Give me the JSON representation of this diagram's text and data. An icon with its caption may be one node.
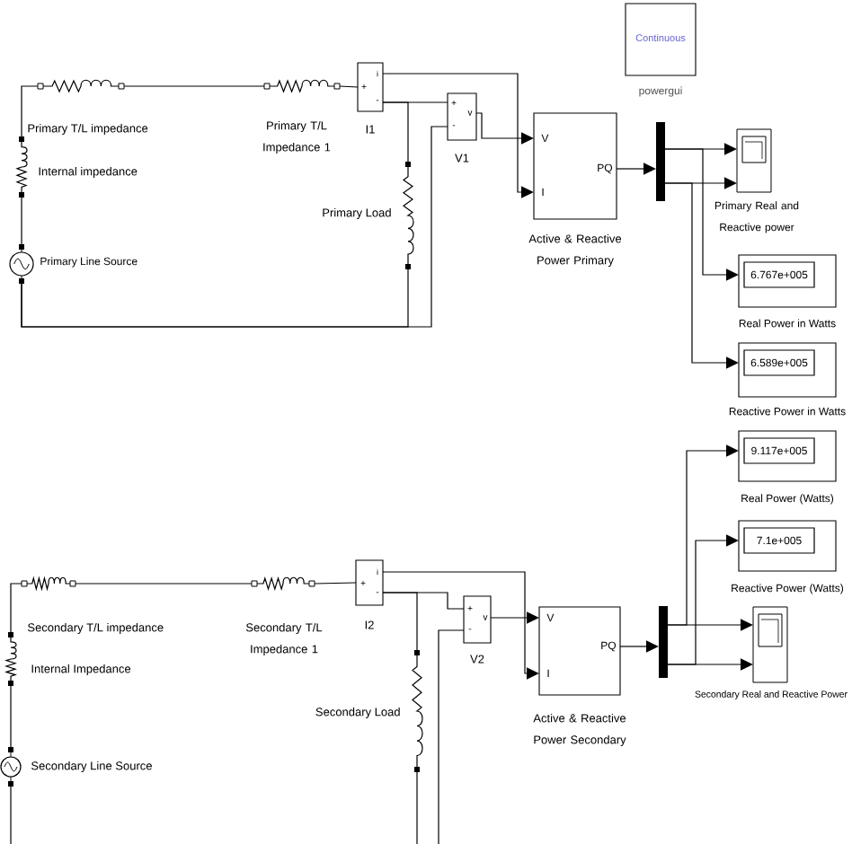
{
  "diagram": {
    "nodes": [
      {
        "text": [
          "Continuous"
        ],
        "beside": [
          "powergui"
        ]
      },
      {
        "text": [],
        "shape": "picture"
      },
      {
        "text": [],
        "shape": "picture",
        "beside": [
          "Internal impedance"
        ]
      },
      {
        "text": [],
        "shape": "picture",
        "beside": [
          "Primary Line Source"
        ]
      },
      {
        "text": [],
        "shape": "picture",
        "beside": [
          "Primary T/L Impedance 1"
        ]
      },
      {
        "text": [
          "+",
          "i",
          "-"
        ],
        "beside": [
          "I1"
        ]
      },
      {
        "text": [
          "+",
          "v",
          "-"
        ],
        "beside": [
          "V1"
        ]
      },
      {
        "text": [],
        "shape": "picture",
        "beside": [
          "Primary Load"
        ]
      },
      {
        "text": [
          "V",
          "PQ",
          "I"
        ],
        "beside": [
          "Active & Reactive Power Primary"
        ]
      },
      {
        "text": [],
        "shape": "bar"
      },
      {
        "text": [],
        "shape": "picture",
        "beside": [
          "Primary Real and Reactive power"
        ]
      },
      {
        "text": [
          "6.767e+005"
        ],
        "beside": [
          "Real Power in Watts"
        ]
      },
      {
        "text": [
          "6.589e+005"
        ],
        "beside": [
          "Reactive Power in Watts"
        ]
      },
      {
        "text": [],
        "shape": "picture"
      },
      {
        "text": [],
        "shape": "picture",
        "beside": [
          "Internal Impedance"
        ]
      },
      {
        "text": [],
        "shape": "picture",
        "beside": [
          "Secondary Line Source"
        ]
      },
      {
        "text": [],
        "shape": "picture",
        "beside": [
          "Secondary T/L Impedance 1"
        ]
      },
      {
        "text": [
          "+",
          "i",
          "-"
        ],
        "beside": [
          "I2"
        ]
      },
      {
        "text": [
          "+",
          "v",
          "-"
        ],
        "beside": [
          "V2"
        ]
      },
      {
        "text": [],
        "shape": "picture",
        "beside": [
          "Secondary Load"
        ]
      },
      {
        "text": [
          "V",
          "PQ",
          "I"
        ],
        "beside": [
          "Active & Reactive Power Secondary"
        ]
      },
      {
        "text": [],
        "shape": "bar"
      },
      {
        "text": [
          "9.117e+005"
        ],
        "beside": [
          "Real Power (Watts)"
        ]
      },
      {
        "text": [
          "7.1e+005"
        ],
        "beside": [
          "Reactive Power (Watts)"
        ]
      },
      {
        "text": [],
        "shape": "picture",
        "beside": [
          "Secondary Real and Reactive Power"
        ]
      }
    ],
    "edges": [
      {
        "from": 3,
        "to": 2,
        "arrow": "none"
      },
      {
        "from": 2,
        "to": 1,
        "arrow": "none"
      },
      {
        "from": 1,
        "to": 4,
        "arrow": "none"
      },
      {
        "from": 4,
        "to": 5,
        "arrow": "none"
      },
      {
        "from": 5,
        "to": 6,
        "arrow": "none"
      },
      {
        "from": 5,
        "to": 7,
        "arrow": "none"
      },
      {
        "from": 7,
        "to": 3,
        "arrow": "none"
      },
      {
        "from": 6,
        "to": 3,
        "arrow": "none"
      },
      {
        "from": 5,
        "to": 8,
        "arrow": "to"
      },
      {
        "from": 6,
        "to": 8,
        "arrow": "to"
      },
      {
        "from": 8,
        "to": 9,
        "arrow": "to"
      },
      {
        "from": 9,
        "to": 10,
        "arrow": "to"
      },
      {
        "from": 9,
        "to": 10,
        "arrow": "to"
      },
      {
        "from": 9,
        "to": 11,
        "arrow": "to"
      },
      {
        "from": 9,
        "to": 12,
        "arrow": "to"
      },
      {
        "from": 15,
        "to": 14,
        "arrow": "none"
      },
      {
        "from": 14,
        "to": 13,
        "arrow": "none"
      },
      {
        "from": 13,
        "to": 16,
        "arrow": "none"
      },
      {
        "from": 16,
        "to": 17,
        "arrow": "none"
      },
      {
        "from": 17,
        "to": 18,
        "arrow": "none"
      },
      {
        "from": 17,
        "to": 19,
        "arrow": "none"
      },
      {
        "from": 19,
        "to": null,
        "arrow": "none"
      },
      {
        "from": 18,
        "to": null,
        "arrow": "none"
      },
      {
        "from": 15,
        "to": null,
        "arrow": "none"
      },
      {
        "from": 17,
        "to": 20,
        "arrow": "to"
      },
      {
        "from": 18,
        "to": 20,
        "arrow": "to"
      },
      {
        "from": 20,
        "to": 21,
        "arrow": "to"
      },
      {
        "from": 21,
        "to": 22,
        "arrow": "to"
      },
      {
        "from": 21,
        "to": 23,
        "arrow": "to"
      },
      {
        "from": 21,
        "to": 24,
        "arrow": "to"
      },
      {
        "from": 21,
        "to": 24,
        "arrow": "to"
      }
    ],
    "labels": [
      "Primary T/L impedance",
      "Secondary T/L impedance"
    ]
  }
}
